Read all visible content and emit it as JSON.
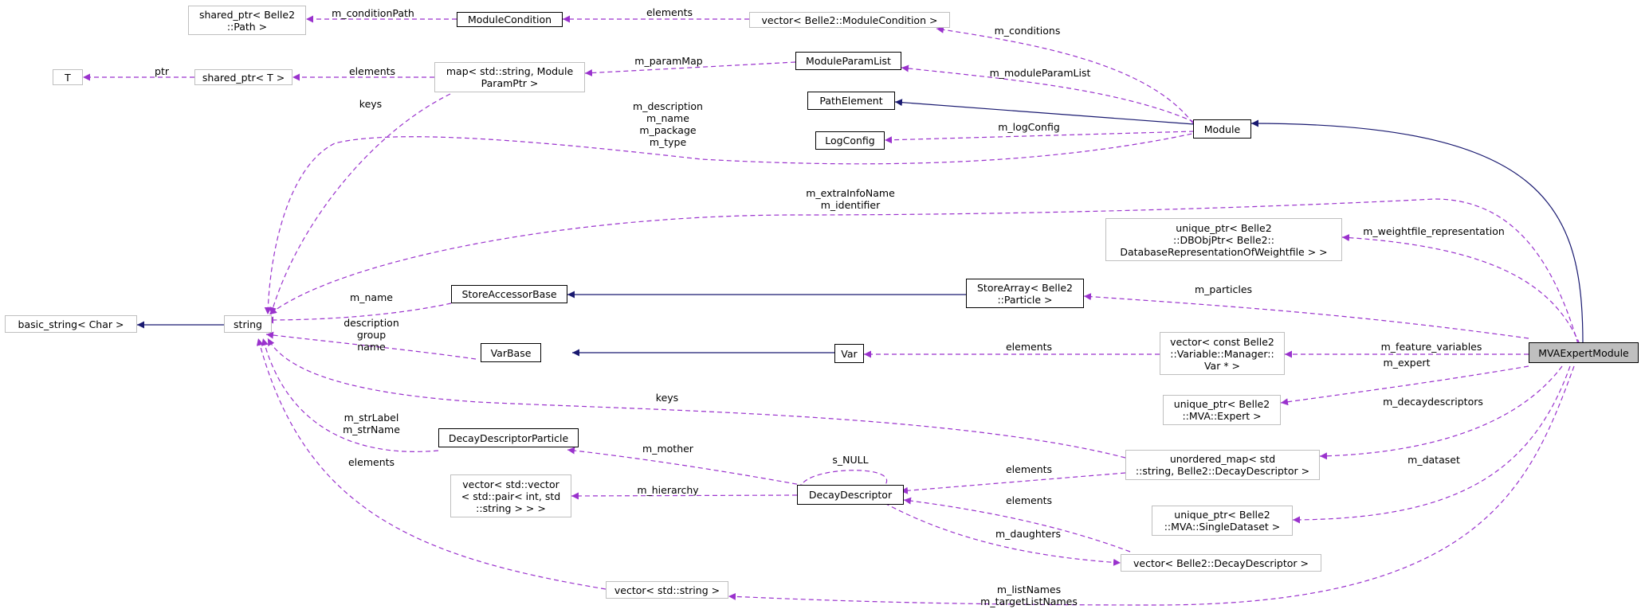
{
  "colors": {
    "inheritance": "#191970",
    "usage": "#9a32cd"
  },
  "nodes": {
    "shared_ptr_path": "shared_ptr< Belle2\n::Path >",
    "module_condition": "ModuleCondition",
    "vector_module_condition": "vector< Belle2::ModuleCondition >",
    "t": "T",
    "shared_ptr_t": "shared_ptr< T >",
    "map_param": "map< std::string, Module\nParamPtr >",
    "module_param_list": "ModuleParamList",
    "path_element": "PathElement",
    "log_config": "LogConfig",
    "module": "Module",
    "unique_ptr_weightfile": "unique_ptr< Belle2\n::DBObjPtr< Belle2::\nDatabaseRepresentationOfWeightfile > >",
    "basic_string": "basic_string< Char >",
    "string": "string",
    "store_accessor_base": "StoreAccessorBase",
    "store_array": "StoreArray< Belle2\n::Particle >",
    "var_base": "VarBase",
    "var": "Var",
    "vector_var": "vector< const Belle2\n::Variable::Manager::\nVar * >",
    "mva_expert_module": "MVAExpertModule",
    "unique_ptr_expert": "unique_ptr< Belle2\n::MVA::Expert >",
    "decay_descriptor_particle": "DecayDescriptorParticle",
    "unordered_map": "unordered_map< std\n::string, Belle2::DecayDescriptor >",
    "vector_vector_pair": "vector< std::vector\n< std::pair< int, std\n::string > > >",
    "decay_descriptor": "DecayDescriptor",
    "unique_ptr_dataset": "unique_ptr< Belle2\n::MVA::SingleDataset >",
    "vector_decay_descriptor": "vector< Belle2::DecayDescriptor >",
    "vector_string": "vector< std::string >"
  },
  "edge_labels": {
    "m_condition_path": "m_conditionPath",
    "elements_conditions": "elements",
    "m_conditions": "m_conditions",
    "ptr": "ptr",
    "elements_shared": "elements",
    "m_param_map": "m_paramMap",
    "m_module_param_list": "m_moduleParamList",
    "keys_map": "keys",
    "m_description": "m_description\nm_name\nm_package\nm_type",
    "m_log_config": "m_logConfig",
    "m_extra_info_name": "m_extraInfoName\nm_identifier",
    "m_weightfile_representation": "m_weightfile_representation",
    "m_particles": "m_particles",
    "m_name": "m_name",
    "description_group_name": "description\ngroup\nname",
    "elements_var": "elements",
    "m_feature_variables": "m_feature_variables",
    "m_expert": "m_expert",
    "keys_unordered": "keys",
    "m_decaydescriptors": "m_decaydescriptors",
    "m_str_label": "m_strLabel\nm_strName",
    "elements_string": "elements",
    "m_mother": "m_mother",
    "s_null": "s_NULL",
    "elements_unordered": "elements",
    "m_dataset": "m_dataset",
    "m_hierarchy": "m_hierarchy",
    "elements_vector_dd": "elements",
    "m_daughters": "m_daughters",
    "m_list_names": "m_listNames\nm_targetListNames"
  }
}
